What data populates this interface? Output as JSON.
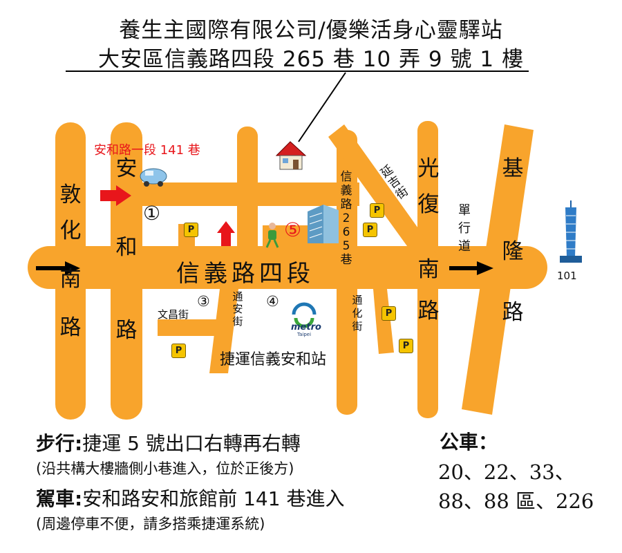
{
  "header": {
    "line1": "養生主國際有限公司/優樂活身心靈驛站",
    "line2": "大安區信義路四段 265 巷 10 弄 9 號 1 樓"
  },
  "map": {
    "main_road": "信義路四段",
    "roads": {
      "dunhua": [
        "敦",
        "化",
        "南",
        "路"
      ],
      "anhe": [
        "安",
        "和",
        "路"
      ],
      "guangfu": [
        "光",
        "復",
        "南",
        "路"
      ],
      "keelung": [
        "基",
        "隆",
        "路"
      ]
    },
    "lanes": {
      "anhe_141": "安和路一段 141 巷",
      "xinyi_265": "信義路 265 巷",
      "yanji": "延吉街",
      "tongan": "通安街",
      "wenchang": "文昌街",
      "tonghua": "通化街",
      "one_way": "單行道"
    },
    "markers": [
      "①",
      "③",
      "④",
      "⑤"
    ],
    "station": "捷運信義安和站",
    "metro_logo": "metro",
    "metro_sub": "Taipei",
    "landmark_101": "101",
    "parking_label": "P",
    "road_color": "#f8a42c",
    "arrow_red": "#e8161b",
    "icons": [
      "house-icon",
      "car-icon",
      "pedestrian-icon",
      "taipei101-icon",
      "metro-logo-icon",
      "parking-icon"
    ]
  },
  "directions": {
    "walk_label": "步行:",
    "walk_text": "捷運 5 號出口右轉再右轉",
    "walk_note": "(沿共構大樓牆側小巷進入，位於正後方)",
    "drive_label": "駕車:",
    "drive_text": "安和路安和旅館前 141 巷進入",
    "drive_note": "(周邊停車不便，請多搭乘捷運系統)"
  },
  "bus": {
    "title": "公車：",
    "line1": "20、22、33、",
    "line2": "88、88 區、226"
  }
}
